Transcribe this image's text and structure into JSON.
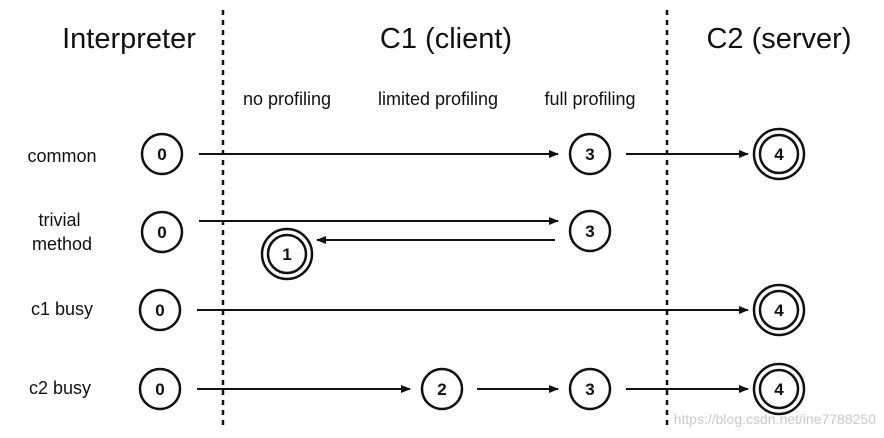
{
  "columns": {
    "interpreter": "Interpreter",
    "c1": "C1 (client)",
    "c2": "C2 (server)"
  },
  "subcolumns": {
    "no_profiling": "no profiling",
    "limited_profiling": "limited profiling",
    "full_profiling": "full profiling"
  },
  "rows": [
    {
      "label_lines": [
        "common"
      ],
      "states": [
        "0",
        "3",
        "4"
      ]
    },
    {
      "label_lines": [
        "trivial",
        "method"
      ],
      "states": [
        "0",
        "3",
        "1"
      ]
    },
    {
      "label_lines": [
        "c1 busy"
      ],
      "states": [
        "0",
        "4"
      ]
    },
    {
      "label_lines": [
        "c2 busy"
      ],
      "states": [
        "0",
        "2",
        "3",
        "4"
      ]
    }
  ],
  "watermark": "https://blog.csdn.net/ine7788250",
  "colors": {
    "ink": "#111111",
    "watermark": "#c9c9c9"
  }
}
